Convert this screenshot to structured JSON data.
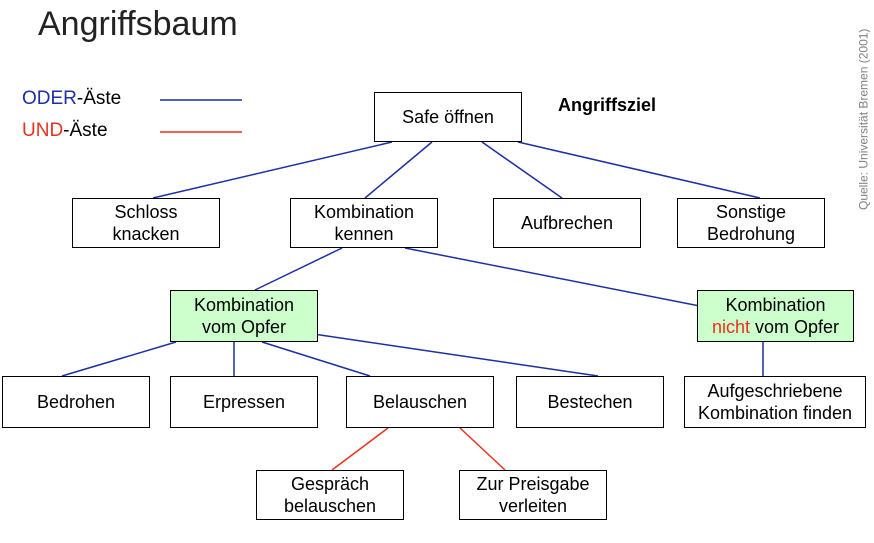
{
  "title": "Angriffsbaum",
  "legend": {
    "oder_prefix": "ODER",
    "oder_suffix": "-Äste",
    "und_prefix": "UND",
    "und_suffix": "-Äste"
  },
  "goal_label": "Angriffsziel",
  "source_credit": "Quelle: Universität Bremen (2001)",
  "colors": {
    "oder": "#1c2fa6",
    "und": "#e8321d",
    "highlight_box": "#ccffcc"
  },
  "nodes": {
    "root": "Safe öffnen",
    "schloss_l1": "Schloss",
    "schloss_l2": "knacken",
    "kombination_l1": "Kombination",
    "kombination_l2": "kennen",
    "aufbrechen": "Aufbrechen",
    "sonstige_l1": "Sonstige",
    "sonstige_l2": "Bedrohung",
    "vom_opfer_l1": "Kombination",
    "vom_opfer_l2": "vom Opfer",
    "nicht_opfer_l1": "Kombination",
    "nicht_opfer_l2_red": "nicht",
    "nicht_opfer_l2_rest": " vom Opfer",
    "bedrohen": "Bedrohen",
    "erpressen": "Erpressen",
    "belauschen": "Belauschen",
    "bestechen": "Bestechen",
    "aufgeschrieben_l1": "Aufgeschriebene",
    "aufgeschrieben_l2": "Kombination finden",
    "gespraech_l1": "Gespräch",
    "gespraech_l2": "belauschen",
    "preisgabe_l1": "Zur Preisgabe",
    "preisgabe_l2": "verleiten"
  }
}
